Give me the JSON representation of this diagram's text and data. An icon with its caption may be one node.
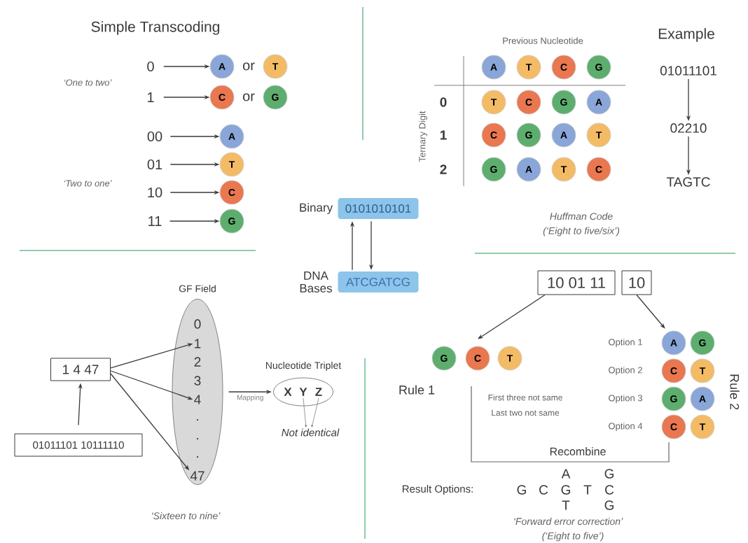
{
  "diagram": {
    "nodes": [
      {
        "text": [
          "0"
        ]
      },
      {
        "text": [
          "A"
        ]
      },
      {
        "text": [
          "T"
        ]
      },
      {
        "text": [
          "1"
        ]
      },
      {
        "text": [
          "C"
        ]
      },
      {
        "text": [
          "G"
        ]
      },
      {
        "text": [
          "00"
        ]
      },
      {
        "text": [
          "A"
        ]
      },
      {
        "text": [
          "01"
        ]
      },
      {
        "text": [
          "T"
        ]
      },
      {
        "text": [
          "10"
        ]
      },
      {
        "text": [
          "C"
        ]
      },
      {
        "text": [
          "11"
        ]
      },
      {
        "text": [
          "G"
        ]
      },
      {
        "text": [
          "A"
        ]
      },
      {
        "text": [
          "T"
        ]
      },
      {
        "text": [
          "C"
        ]
      },
      {
        "text": [
          "G"
        ]
      },
      {
        "text": [
          "T"
        ]
      },
      {
        "text": [
          "C"
        ]
      },
      {
        "text": [
          "G"
        ]
      },
      {
        "text": [
          "A"
        ]
      },
      {
        "text": [
          "C"
        ]
      },
      {
        "text": [
          "G"
        ]
      },
      {
        "text": [
          "A"
        ]
      },
      {
        "text": [
          "T"
        ]
      },
      {
        "text": [
          "G"
        ]
      },
      {
        "text": [
          "A"
        ]
      },
      {
        "text": [
          "T"
        ]
      },
      {
        "text": [
          "C"
        ]
      },
      {
        "text": [
          "01011101"
        ]
      },
      {
        "text": [
          "02210"
        ]
      },
      {
        "text": [
          "TAGTC"
        ]
      },
      {
        "text": [
          "0101010101"
        ],
        "beside": [
          "Binary"
        ]
      },
      {
        "text": [
          "ATCGATCG"
        ],
        "beside": [
          "DNA Bases"
        ]
      },
      {
        "text": [
          "GF Field"
        ]
      },
      {
        "text": [
          "0"
        ],
        "in": 35
      },
      {
        "text": [
          "1"
        ],
        "in": 35
      },
      {
        "text": [
          "2"
        ],
        "in": 35
      },
      {
        "text": [
          "3"
        ],
        "in": 35
      },
      {
        "text": [
          "4"
        ],
        "in": 35
      },
      {
        "text": [
          "47"
        ],
        "in": 35
      },
      {
        "text": [
          "1  4  47"
        ]
      },
      {
        "text": [
          "01011101 10111110"
        ]
      },
      {
        "text": [
          "Nucleotide Triplet"
        ]
      },
      {
        "text": [
          "X"
        ],
        "in": 44
      },
      {
        "text": [
          "Y"
        ],
        "in": 44
      },
      {
        "text": [
          "Z"
        ],
        "in": 44
      },
      {
        "text": [
          "Not identical"
        ]
      },
      {
        "text": [
          "10 01 11"
        ]
      },
      {
        "text": [
          "10"
        ]
      },
      {
        "text": [
          "G"
        ]
      },
      {
        "text": [
          "C"
        ]
      },
      {
        "text": [
          "T"
        ]
      },
      {
        "text": [
          "A"
        ]
      },
      {
        "text": [
          "G"
        ]
      },
      {
        "text": [
          "C"
        ]
      },
      {
        "text": [
          "T"
        ]
      },
      {
        "text": [
          "G"
        ]
      },
      {
        "text": [
          "A"
        ]
      },
      {
        "text": [
          "C"
        ]
      },
      {
        "text": [
          "T"
        ]
      }
    ],
    "edges": [
      {
        "from": 0,
        "to": 1,
        "arrow": "to"
      },
      {
        "from": 3,
        "to": 4,
        "arrow": "to"
      },
      {
        "from": 6,
        "to": 7,
        "arrow": "to"
      },
      {
        "from": 8,
        "to": 9,
        "arrow": "to"
      },
      {
        "from": 10,
        "to": 11,
        "arrow": "to"
      },
      {
        "from": 12,
        "to": 13,
        "arrow": "to"
      },
      {
        "from": 30,
        "to": 31,
        "arrow": "to"
      },
      {
        "from": 31,
        "to": 32,
        "arrow": "to"
      },
      {
        "from": 34,
        "to": 33,
        "arrow": "to"
      },
      {
        "from": 33,
        "to": 34,
        "arrow": "to"
      },
      {
        "from": 43,
        "to": 42,
        "arrow": "to"
      },
      {
        "from": 42,
        "to": 37,
        "arrow": "to"
      },
      {
        "from": 42,
        "to": 40,
        "arrow": "to"
      },
      {
        "from": 42,
        "to": 41,
        "arrow": "to"
      },
      {
        "from": 35,
        "to": 44,
        "arrow": "to",
        "label": "Mapping"
      },
      {
        "from": 46,
        "to": 48,
        "arrow": "to",
        "color": "#808080"
      },
      {
        "from": 47,
        "to": 48,
        "arrow": "to",
        "color": "#808080"
      },
      {
        "from": 49,
        "to": 52,
        "arrow": "to"
      },
      {
        "from": 50,
        "to": 54,
        "arrow": "to"
      }
    ],
    "labels": [
      "Simple Transcoding",
      "‘One to two’",
      "or",
      "or",
      "‘Two to one’",
      "Previous Nucleotide",
      "Example",
      "Ternary Digit",
      "0",
      "1",
      "2",
      "Huffman Code",
      "(‘Eight to five/six’)",
      ".",
      ".",
      ".",
      "Option 1",
      "Rule 1",
      "Option 2",
      "First three not same",
      "Rule 2",
      "Option 3",
      "Last two not same",
      "Option 4",
      "Recombine",
      "A",
      "G",
      "Result Options:",
      "G",
      "C",
      "G",
      "T",
      "C",
      "T",
      "G",
      "‘Sixteen to nine’",
      "‘Forward error correction’",
      "(‘Eight to five’)"
    ]
  }
}
